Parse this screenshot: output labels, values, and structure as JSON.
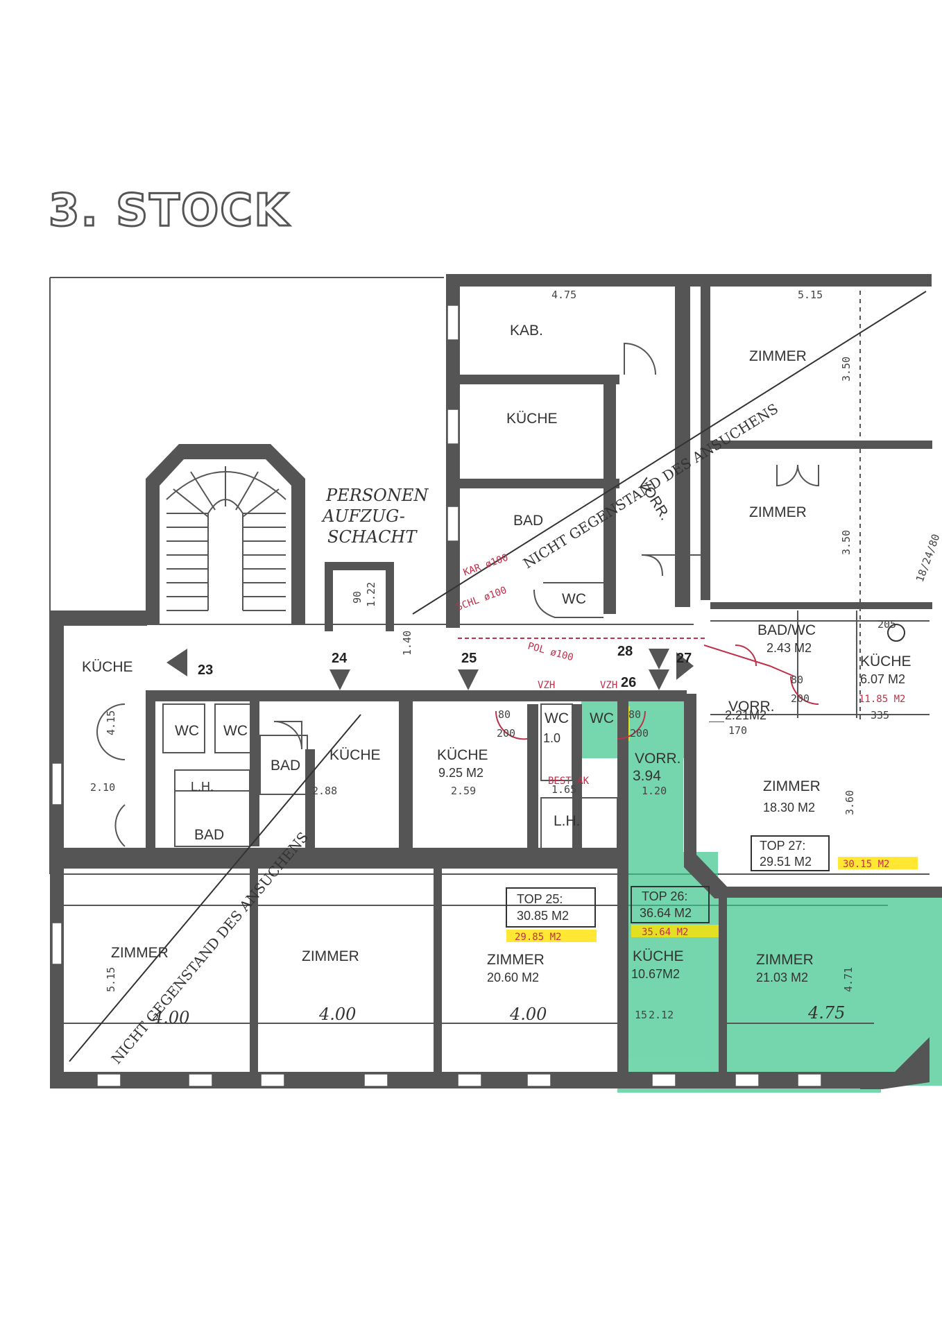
{
  "title": "3. STOCK",
  "colors": {
    "wall": "#555555",
    "green": "#3cc48a",
    "yellow": "#ffe100",
    "pink": "#e24b7a",
    "red": "#c0304a"
  },
  "diagonal_note": "NICHT GEGENSTAND DES ANSUCHENS",
  "diagonal_note_upper": "NICHT GEGENSTAND DES ANSUCHENS",
  "rooms": {
    "kab": "KAB.",
    "kueche_top": "KÜCHE",
    "bad_top": "BAD",
    "vorr_top": "VORR.",
    "zimmer_tr1": "ZIMMER",
    "zimmer_tr2": "ZIMMER",
    "personen": "PERSONEN",
    "aufzug": "AUFZUG-",
    "schacht": "SCHACHT",
    "wc_top": "WC",
    "kueche_left": "KÜCHE",
    "wc_a": "WC",
    "wc_b": "WC",
    "bad_mid": "BAD",
    "kueche_mid": "KÜCHE",
    "kueche_925": "KÜCHE",
    "kueche_925_area": "9.25 M2",
    "wc_c": "WC",
    "wc_c_area": "1.0",
    "wc_d": "WC",
    "vorr_mid": "VORR.",
    "vorr_mid_area": "3.94",
    "lh_left": "L.H.",
    "lh_right": "L.H.",
    "bad_low": "BAD",
    "badwc": "BAD/WC",
    "badwc_area": "2.43 M2",
    "kueche_r": "KÜCHE",
    "kueche_r_area": "6.07 M2",
    "kueche_r_old": "11.85 M2",
    "vorr_r": "VORR.",
    "vorr_r_area": "2.21M2",
    "zimmer_1830": "ZIMMER",
    "zimmer_1830_area": "18.30 M2",
    "top27": "TOP 27:",
    "top27_area": "29.51 M2",
    "top27_old": "30.15 M2",
    "zimmer_b1": "ZIMMER",
    "zimmer_b2": "ZIMMER",
    "zimmer_b3": "ZIMMER",
    "zimmer_b3_area": "20.60 M2",
    "top25": "TOP 25:",
    "top25_area": "30.85 M2",
    "top25_old": "29.85 M2",
    "top26": "TOP 26:",
    "top26_area": "36.64 M2",
    "top26_old": "35.64 M2",
    "kueche_1067": "KÜCHE",
    "kueche_1067_area": "10.67M2",
    "zimmer_2103": "ZIMMER",
    "zimmer_2103_area": "21.03 M2"
  },
  "unit_numbers": [
    "23",
    "24",
    "25",
    "26",
    "27",
    "28"
  ],
  "dimensions": {
    "d475": "4.75",
    "d515": "5.15",
    "d400a": "4.00",
    "d400b": "4.00",
    "d400c": "4.00",
    "d212": "2.12",
    "d475b": "4.75",
    "d210": "2.10",
    "d288": "2.88",
    "d259": "2.59",
    "d120": "1.20",
    "d165": "1.65",
    "d515v": "5.15",
    "d471": "4.71",
    "d360": "3.60",
    "d350": "3.50",
    "d350b": "3.50",
    "d415": "4.15",
    "d140": "1.40",
    "d90a": "90",
    "d122": "1.22",
    "d80a": "80",
    "d200a": "200",
    "d80b": "80",
    "d200b": "200",
    "d80c": "80",
    "d200c": "200",
    "d170": "170",
    "d335": "335",
    "d205": "205",
    "d15": "15",
    "sched": "18/24/80"
  },
  "red_notes": {
    "a": "KAR ø100",
    "b": "SCHL ø100",
    "c": "POL ø100",
    "d": "VZH",
    "e": "VZH",
    "f": "BEST AK"
  }
}
